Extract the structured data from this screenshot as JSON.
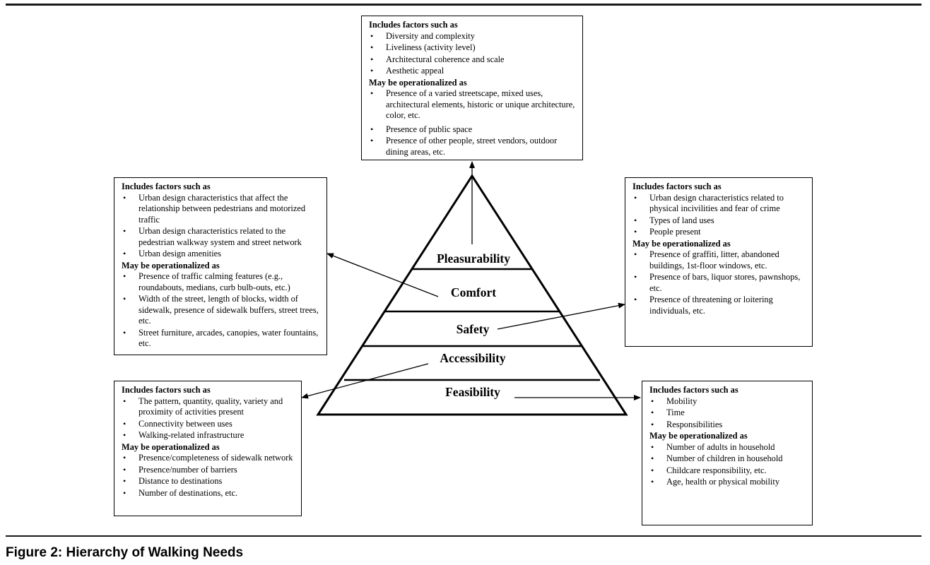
{
  "caption": "Figure 2:  Hierarchy of Walking Needs",
  "tiers": {
    "pleasurability": "Pleasurability",
    "comfort": "Comfort",
    "safety": "Safety",
    "accessibility": "Accessibility",
    "feasibility": "Feasibility"
  },
  "boxes": {
    "pleasurability": {
      "includes_header": "Includes factors such as",
      "includes": [
        "Diversity and complexity",
        "Liveliness (activity level)",
        "Architectural coherence and scale",
        "Aesthetic appeal"
      ],
      "operational_header": "May be operationalized as",
      "operational": [
        "Presence of a varied streetscape, mixed uses, architectural elements, historic or unique architecture, color, etc.",
        "Presence of public space",
        "Presence of other people, street vendors, outdoor dining areas, etc."
      ]
    },
    "comfort": {
      "includes_header": "Includes factors such as",
      "includes": [
        "Urban design characteristics that affect the relationship between pedestrians and motorized traffic",
        "Urban design characteristics related to the pedestrian walkway system and street network",
        "Urban design amenities"
      ],
      "operational_header": "May be operationalized as",
      "operational": [
        "Presence of traffic calming features (e.g., roundabouts, medians, curb bulb-outs, etc.)",
        "Width of the street, length of blocks, width of sidewalk, presence of sidewalk buffers, street trees, etc.",
        "Street furniture, arcades, canopies, water fountains, etc."
      ]
    },
    "safety": {
      "includes_header": "Includes factors such as",
      "includes": [
        "Urban design characteristics related to physical incivilities and fear of crime",
        "Types of land uses",
        "People present"
      ],
      "operational_header": "May be operationalized as",
      "operational": [
        "Presence of graffiti, litter, abandoned buildings, 1st-floor windows, etc.",
        "Presence of bars, liquor stores, pawnshops, etc.",
        "Presence of threatening or loitering individuals, etc."
      ]
    },
    "accessibility": {
      "includes_header": "Includes factors such as",
      "includes": [
        "The pattern, quantity, quality, variety and proximity of activities present",
        "Connectivity between uses",
        "Walking-related infrastructure"
      ],
      "operational_header": "May be operationalized as",
      "operational": [
        "Presence/completeness of sidewalk network",
        "Presence/number of  barriers",
        "Distance to destinations",
        "Number of destinations, etc."
      ]
    },
    "feasibility": {
      "includes_header": "Includes factors such as",
      "includes": [
        "Mobility",
        "Time",
        "Responsibilities"
      ],
      "operational_header": "May be operationalized as",
      "operational": [
        "Number of adults in household",
        "Number of children in household",
        "Childcare responsibility, etc.",
        "Age, health or physical mobility"
      ]
    }
  }
}
